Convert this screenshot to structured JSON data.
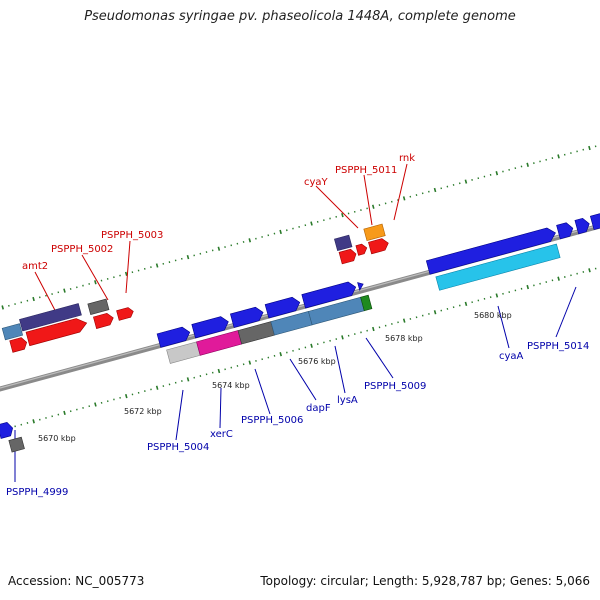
{
  "title": "Pseudomonas syringae pv. phaseolicola 1448A, complete genome",
  "footer": {
    "accession": "Accession: NC_005773",
    "summary": "Topology: circular; Length: 5,928,787 bp; Genes: 5,066"
  },
  "colors": {
    "backbone": "#8a8a8a",
    "tick": "#2a7a2a",
    "label_red": "#cc0000",
    "label_blue": "#0000aa",
    "blue": "#1f1fe0",
    "cyan": "#27c3ea",
    "purple": "#403a86",
    "red": "#f01818",
    "orange": "#f79a1a",
    "grey": "#666666",
    "steel": "#4f86b8",
    "pink": "#e01a9a",
    "lightgrey": "#c8c8c8",
    "green": "#1e8a1e"
  },
  "scale_labels": [
    "5670 kbp",
    "5672 kbp",
    "5674 kbp",
    "5676 kbp",
    "5678 kbp",
    "5680 kbp"
  ],
  "labels_top": [
    {
      "text": "amt2"
    },
    {
      "text": "PSPPH_5002"
    },
    {
      "text": "PSPPH_5003"
    },
    {
      "text": "cyaY"
    },
    {
      "text": "PSPPH_5011"
    },
    {
      "text": "rnk"
    }
  ],
  "labels_bottom": [
    {
      "text": "PSPPH_4999"
    },
    {
      "text": "PSPPH_5004"
    },
    {
      "text": "xerC"
    },
    {
      "text": "PSPPH_5006"
    },
    {
      "text": "dapF"
    },
    {
      "text": "lysA"
    },
    {
      "text": "PSPPH_5009"
    },
    {
      "text": "cyaA"
    },
    {
      "text": "PSPPH_5014"
    }
  ]
}
